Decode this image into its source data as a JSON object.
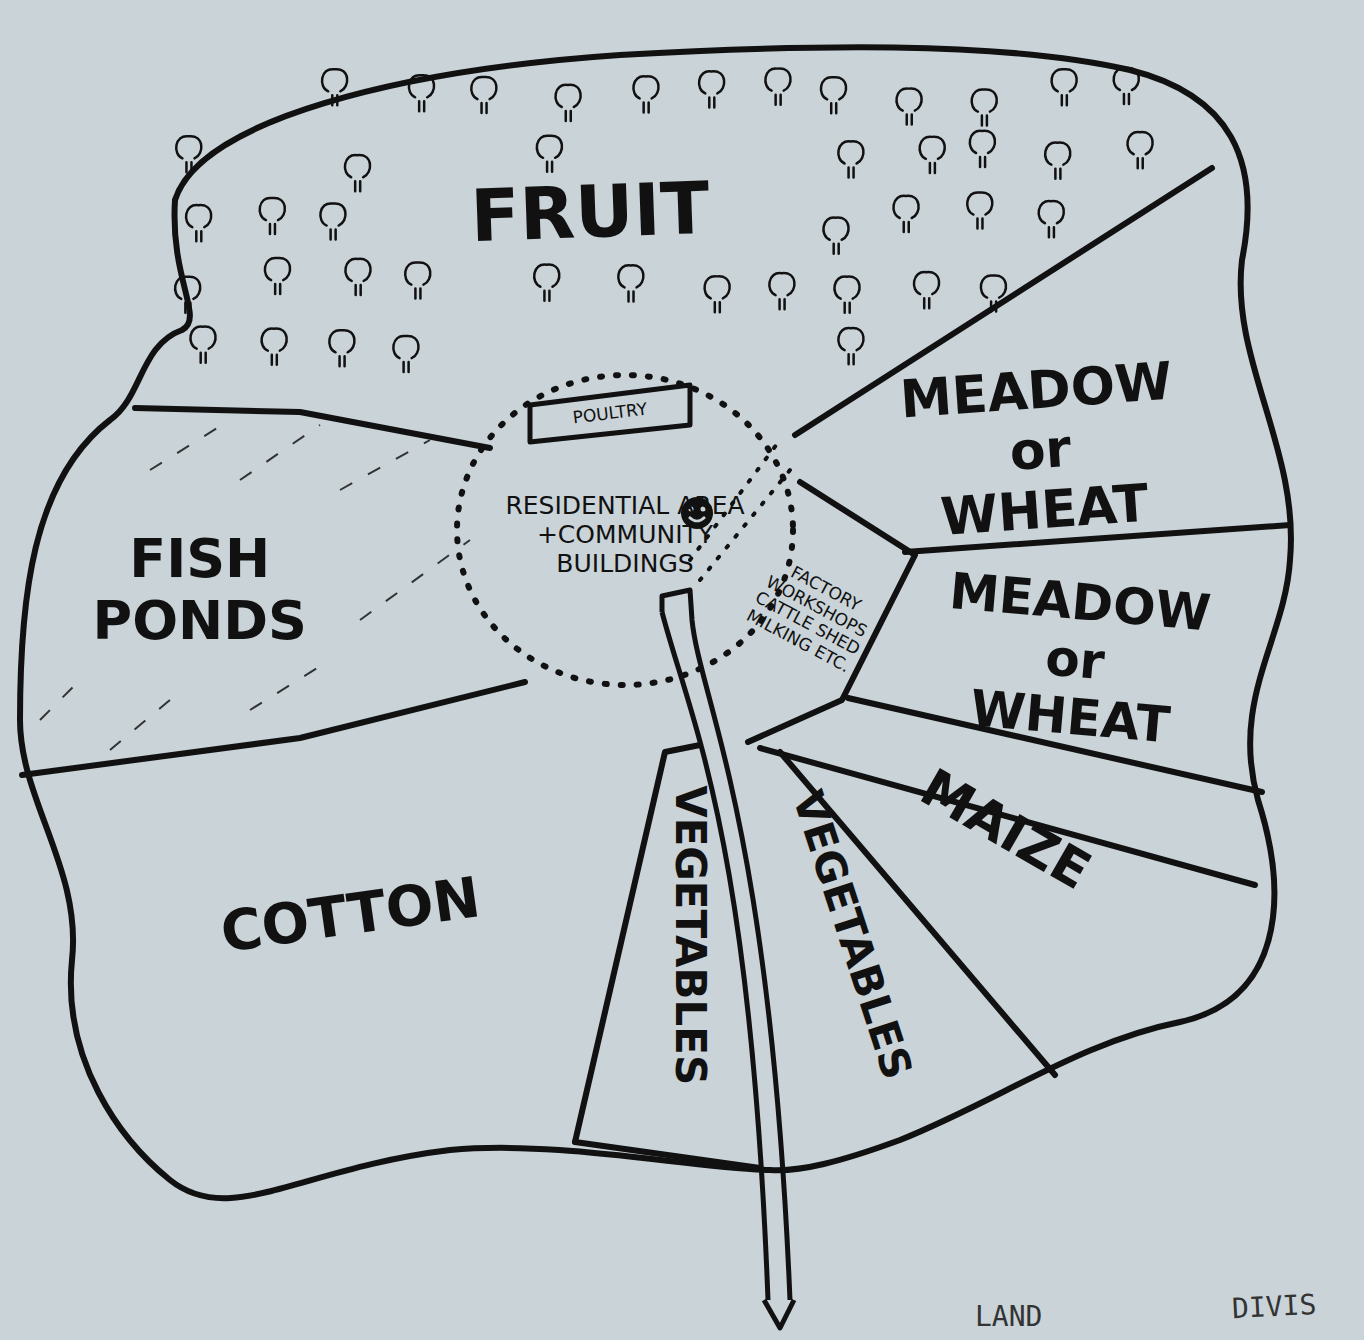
{
  "diagram": {
    "nodes": [
      {
        "text": [
          "FRUIT"
        ]
      },
      {
        "text": [
          "RESIDENTIAL AREA +COMMUNITY BUILDINGS"
        ]
      },
      {
        "text": [
          "POULTRY"
        ],
        "in": 1
      },
      {
        "text": [
          "MEADOW or WHEAT"
        ]
      },
      {
        "text": [
          "FISH PONDS"
        ]
      },
      {
        "text": [
          "FACTORY WORKSHOPS CATTLE SHED MILKING ETC."
        ]
      },
      {
        "text": [
          "MEADOW or WHEAT"
        ]
      },
      {
        "text": [
          "MAIZE"
        ]
      },
      {
        "text": [
          "COTTON"
        ]
      },
      {
        "text": [
          "VEGETABLES"
        ]
      },
      {
        "text": [
          "VEGETABLES"
        ]
      }
    ],
    "labels": [
      "LAND",
      "DIVIS"
    ]
  }
}
